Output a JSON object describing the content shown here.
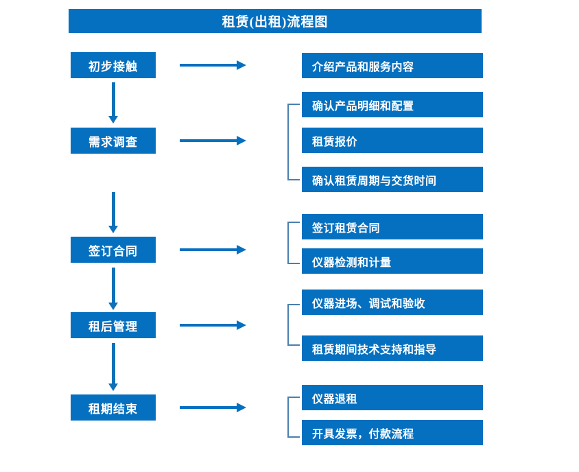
{
  "header": {
    "title": "租赁(出租)流程图",
    "background_color": "#0670c0",
    "text_color": "#ffffff"
  },
  "theme": {
    "box_fill": "#0670c0",
    "box_text": "#ffffff",
    "arrow_color": "#0670c0",
    "v_arrow_color": "#1071b8",
    "bracket_color": "#4a7fae",
    "page_background": "#ffffff"
  },
  "flow": {
    "stages": [
      {
        "id": "stage-1",
        "label": "初步接触",
        "arrow": "right-arrow-icon",
        "details": [
          {
            "label": "介绍产品和服务内容"
          }
        ],
        "bracketed": false
      },
      {
        "id": "stage-2",
        "label": "需求调查",
        "arrow": "right-arrow-icon",
        "details": [
          {
            "label": "确认产品明细和配置"
          },
          {
            "label": "租赁报价"
          },
          {
            "label": "确认租赁周期与交货时间"
          }
        ],
        "bracketed": true
      },
      {
        "id": "stage-3",
        "label": "签订合同",
        "arrow": "right-arrow-icon",
        "details": [
          {
            "label": "签订租赁合同"
          },
          {
            "label": "仪器检测和计量"
          }
        ],
        "bracketed": true
      },
      {
        "id": "stage-4",
        "label": "租后管理",
        "arrow": "right-arrow-icon",
        "details": [
          {
            "label": "仪器进场、调试和验收"
          },
          {
            "label": "租赁期间技术支持和指导"
          }
        ],
        "bracketed": true
      },
      {
        "id": "stage-5",
        "label": "租期结束",
        "arrow": "right-arrow-icon",
        "details": [
          {
            "label": "仪器退租"
          },
          {
            "label": "开具发票，付款流程"
          }
        ],
        "bracketed": true
      }
    ],
    "connectors": [
      {
        "from": "stage-1",
        "to": "stage-2",
        "icon": "down-arrow-icon"
      },
      {
        "from": "stage-2",
        "to": "stage-3",
        "icon": "down-arrow-icon"
      },
      {
        "from": "stage-3",
        "to": "stage-4",
        "icon": "down-arrow-icon"
      },
      {
        "from": "stage-4",
        "to": "stage-5",
        "icon": "down-arrow-icon"
      }
    ]
  }
}
